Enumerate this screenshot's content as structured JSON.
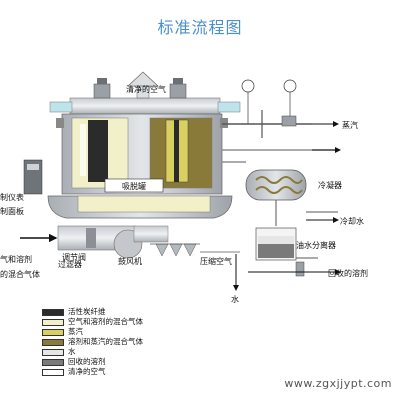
{
  "title": "标准流程图",
  "labels": {
    "clean_air_top": "清净的空气",
    "steam": "蒸汽",
    "condenser": "冷凝器",
    "cooling_water": "冷却水",
    "oil_water_separator": "油水分离器",
    "recovered_solvent": "回收的溶剂",
    "water": "水",
    "adsorption_tank": "吸脱罐",
    "blower": "鼓风机",
    "regulating_valve": "调节阀",
    "filter": "过滤器",
    "compressed_air": "压缩空气",
    "control_panel_line1": "制仪表",
    "control_panel_line2": "制面板",
    "inlet_line1": "气和溶剂",
    "inlet_line2": "的混合气体"
  },
  "legend": [
    {
      "label": "活性炭纤维",
      "color": "#2b2b2b"
    },
    {
      "label": "空气和溶剂的混合气体",
      "color": "#f2f0c8"
    },
    {
      "label": "蒸汽",
      "color": "#d8d060"
    },
    {
      "label": "溶剂和蒸汽的混合气体",
      "color": "#8a7a3a"
    },
    {
      "label": "水",
      "color": "#e6e6e6"
    },
    {
      "label": "回收的溶剂",
      "color": "#7a7a7a"
    },
    {
      "label": "清净的空气",
      "color": "#ffffff"
    }
  ],
  "watermark": "www.zgxjjypt.com",
  "colors": {
    "vessel": "#c9cdd2",
    "vessel_dark": "#8c9096",
    "pipe": "#b7bcc2",
    "carbon": "#2b2b2b",
    "steam": "#d8d060",
    "mixture": "#8a7a3a",
    "solvent": "#7a7a7a",
    "cyan_glow": "#bfe3ea"
  }
}
